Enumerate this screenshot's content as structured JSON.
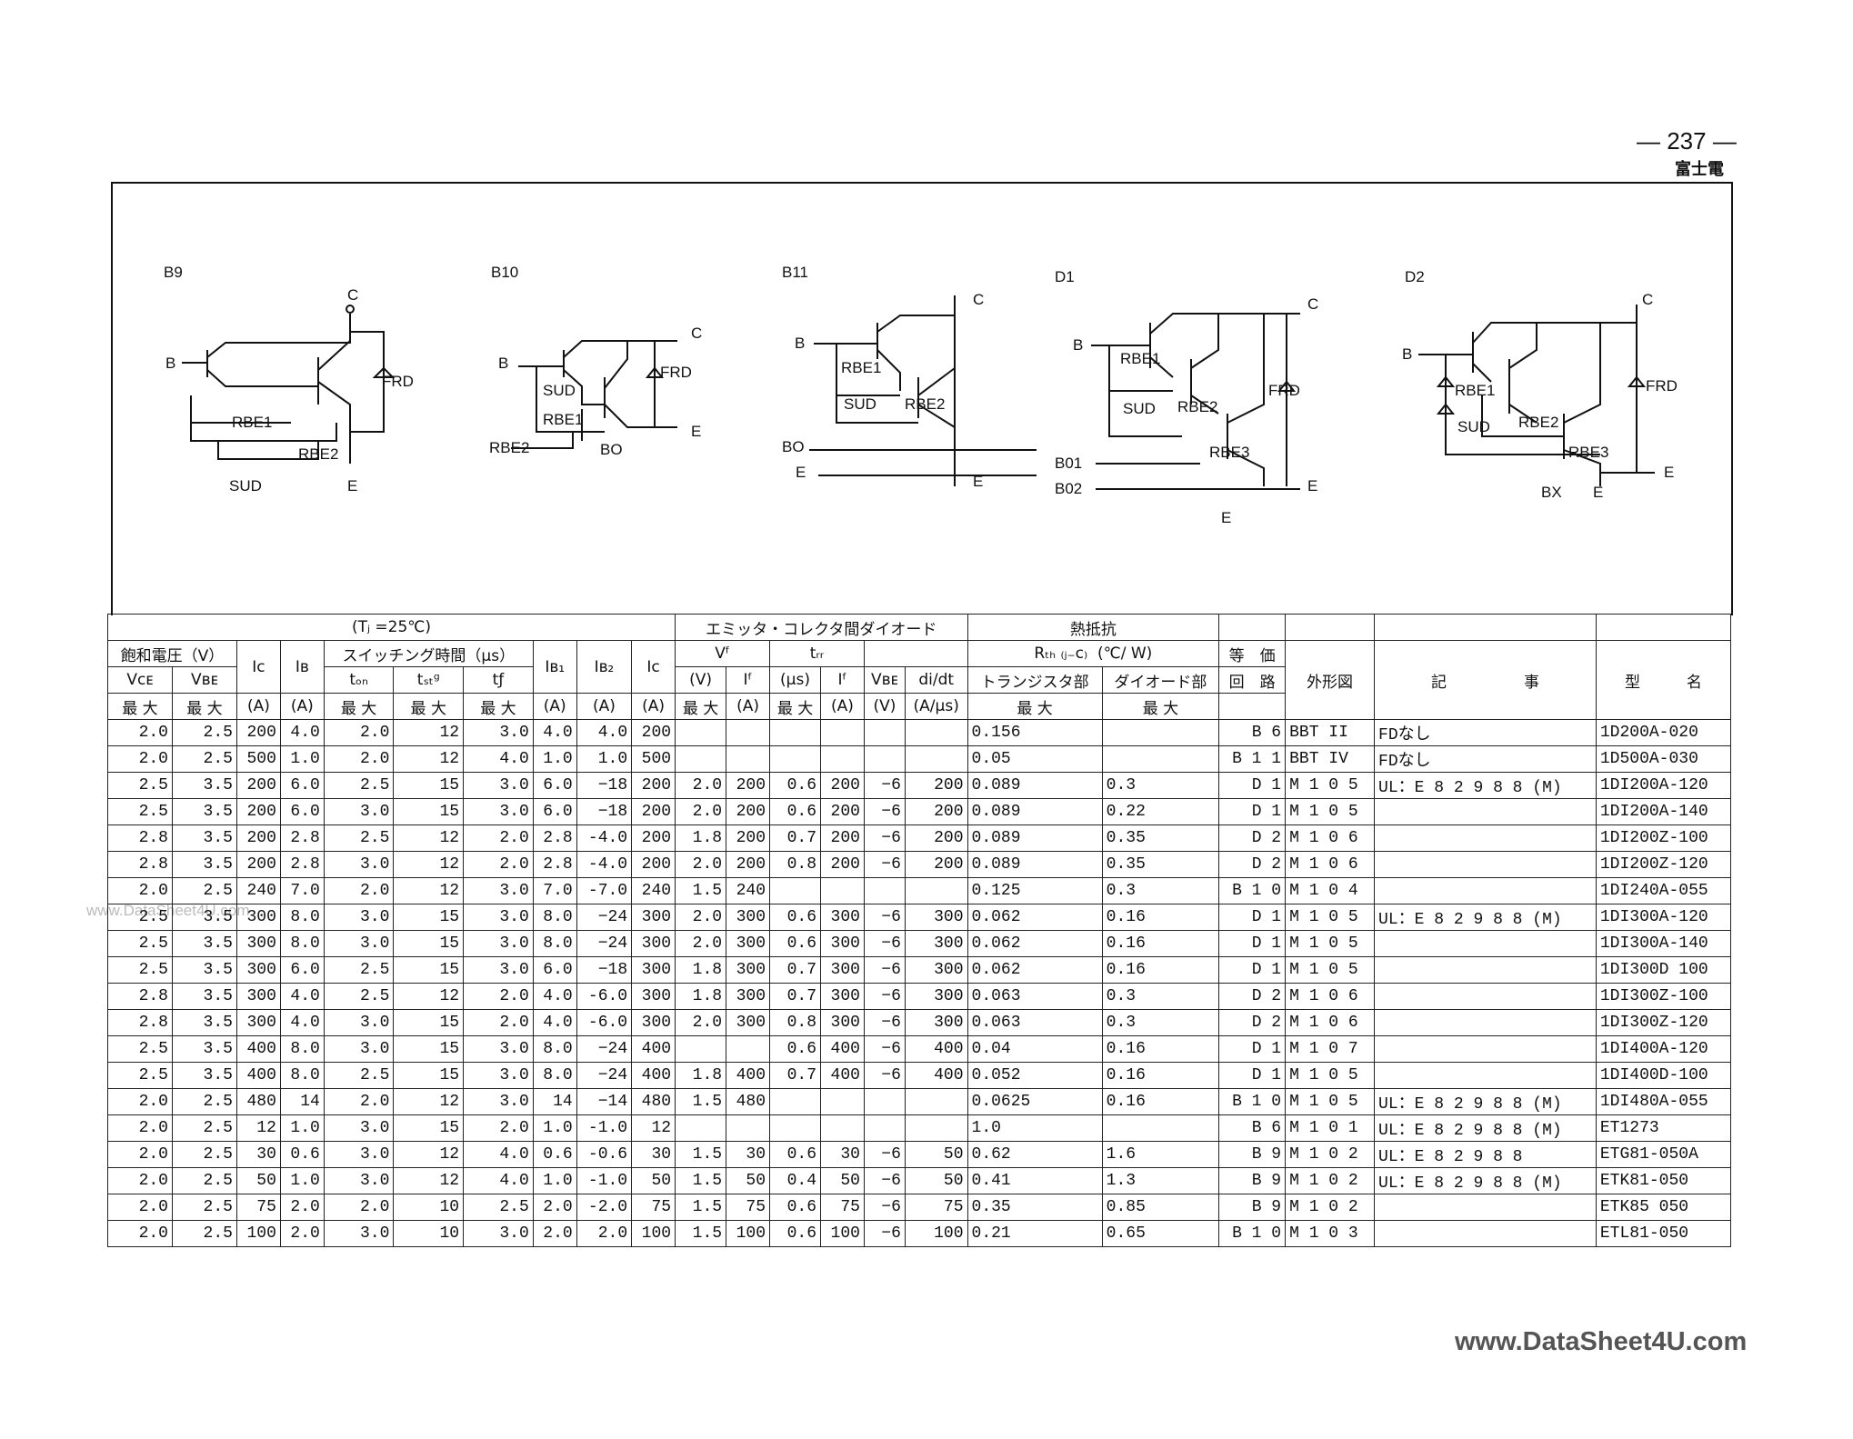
{
  "page": {
    "number": "— 237 —",
    "maker": "富士電"
  },
  "circuits": [
    {
      "title": "B9",
      "labels": [
        "B",
        "C",
        "E",
        "FRD",
        "RBE1",
        "RBE2",
        "SUD"
      ]
    },
    {
      "title": "B10",
      "labels": [
        "B",
        "C",
        "E",
        "FRD",
        "SUD",
        "RBE1",
        "RBE2",
        "BO"
      ]
    },
    {
      "title": "B11",
      "labels": [
        "B",
        "C",
        "E",
        "RBE1",
        "SUD",
        "RBE2",
        "BO",
        "E"
      ]
    },
    {
      "title": "D1",
      "labels": [
        "B",
        "C",
        "E",
        "RBE1",
        "SUD",
        "RBE2",
        "RBE3",
        "FRD",
        "B01",
        "B02",
        "E"
      ]
    },
    {
      "title": "D2",
      "labels": [
        "B",
        "C",
        "E",
        "RBE1",
        "SUD",
        "RBE2",
        "RBE3",
        "FRD",
        "BX",
        "E"
      ]
    }
  ],
  "table": {
    "group1": "(Tⱼ =25℃)",
    "group2": "エミッタ・コレクタ間ダイオード",
    "group3": "熱抵抗",
    "sat": "飽和電圧（V）",
    "sw": "スイッチング時間（μs）",
    "ic": "Iᴄ",
    "ib": "Iʙ",
    "vce": "Vᴄᴇ",
    "vbe": "Vʙᴇ",
    "ton": "tₒₙ",
    "tstg": "tₛₜᵍ",
    "tf": "tƒ",
    "ib1": "Iʙ₁",
    "ib2": "Iʙ₂",
    "ic2": "Iᴄ",
    "vf": "Vᶠ",
    "vf_unit": "(V)",
    "if": "Iᶠ",
    "trr": "tᵣᵣ",
    "trr_unit": "(μs)",
    "if2": "Iᶠ",
    "vbe2": "Vʙᴇ",
    "didt": "di/dt",
    "didt_unit": "(A/μs)",
    "rth": "Rₜₕ ₍ⱼ₋ᴄ₎",
    "rth_unit": "(℃/ W)",
    "rth_tr": "トランジスタ部",
    "rth_di": "ダイオード部",
    "eq": "等　価",
    "eq2": "回　路",
    "outline": "外形図",
    "remarks": "記　　　　　事",
    "type": "型　　　名",
    "max": "最 大",
    "amp": "(A)",
    "volt": "(V)",
    "rows": [
      [
        "2.0",
        "2.5",
        "200",
        "4.0",
        "2.0",
        "12",
        "3.0",
        "4.0",
        "4.0",
        "200",
        "",
        "",
        "",
        "",
        "",
        "",
        "0.156",
        "",
        "B 6",
        "BBT II",
        "FDなし",
        "1D200A-020"
      ],
      [
        "2.0",
        "2.5",
        "500",
        "1.0",
        "2.0",
        "12",
        "4.0",
        "1.0",
        "1.0",
        "500",
        "",
        "",
        "",
        "",
        "",
        "",
        "0.05",
        "",
        "B 1 1",
        "BBT IV",
        "FDなし",
        "1D500A-030"
      ],
      [
        "2.5",
        "3.5",
        "200",
        "6.0",
        "2.5",
        "15",
        "3.0",
        "6.0",
        "−18",
        "200",
        "2.0",
        "200",
        "0.6",
        "200",
        "−6",
        "200",
        "0.089",
        "0.3",
        "D 1",
        "M 1 0 5",
        "UL：E 8 2 9 8 8 (M)",
        "1DI200A-120"
      ],
      [
        "2.5",
        "3.5",
        "200",
        "6.0",
        "3.0",
        "15",
        "3.0",
        "6.0",
        "−18",
        "200",
        "2.0",
        "200",
        "0.6",
        "200",
        "−6",
        "200",
        "0.089",
        "0.22",
        "D 1",
        "M 1 0 5",
        "",
        "1DI200A-140"
      ],
      [
        "2.8",
        "3.5",
        "200",
        "2.8",
        "2.5",
        "12",
        "2.0",
        "2.8",
        "-4.0",
        "200",
        "1.8",
        "200",
        "0.7",
        "200",
        "−6",
        "200",
        "0.089",
        "0.35",
        "D 2",
        "M 1 0 6",
        "",
        "1DI200Z-100"
      ],
      [
        "2.8",
        "3.5",
        "200",
        "2.8",
        "3.0",
        "12",
        "2.0",
        "2.8",
        "-4.0",
        "200",
        "2.0",
        "200",
        "0.8",
        "200",
        "−6",
        "200",
        "0.089",
        "0.35",
        "D 2",
        "M 1 0 6",
        "",
        "1DI200Z-120"
      ],
      [
        "2.0",
        "2.5",
        "240",
        "7.0",
        "2.0",
        "12",
        "3.0",
        "7.0",
        "-7.0",
        "240",
        "1.5",
        "240",
        "",
        "",
        "",
        "",
        "0.125",
        "0.3",
        "B 1 0",
        "M 1 0 4",
        "",
        "1DI240A-055"
      ],
      [
        "2.5",
        "3.5",
        "300",
        "8.0",
        "3.0",
        "15",
        "3.0",
        "8.0",
        "−24",
        "300",
        "2.0",
        "300",
        "0.6",
        "300",
        "−6",
        "300",
        "0.062",
        "0.16",
        "D 1",
        "M 1 0 5",
        "UL：E 8 2 9 8 8 (M)",
        "1DI300A-120"
      ],
      [
        "2.5",
        "3.5",
        "300",
        "8.0",
        "3.0",
        "15",
        "3.0",
        "8.0",
        "−24",
        "300",
        "2.0",
        "300",
        "0.6",
        "300",
        "−6",
        "300",
        "0.062",
        "0.16",
        "D 1",
        "M 1 0 5",
        "",
        "1DI300A-140"
      ],
      [
        "2.5",
        "3.5",
        "300",
        "6.0",
        "2.5",
        "15",
        "3.0",
        "6.0",
        "−18",
        "300",
        "1.8",
        "300",
        "0.7",
        "300",
        "−6",
        "300",
        "0.062",
        "0.16",
        "D 1",
        "M 1 0 5",
        "",
        "1DI300D 100"
      ],
      [
        "2.8",
        "3.5",
        "300",
        "4.0",
        "2.5",
        "12",
        "2.0",
        "4.0",
        "-6.0",
        "300",
        "1.8",
        "300",
        "0.7",
        "300",
        "−6",
        "300",
        "0.063",
        "0.3",
        "D 2",
        "M 1 0 6",
        "",
        "1DI300Z-100"
      ],
      [
        "2.8",
        "3.5",
        "300",
        "4.0",
        "3.0",
        "15",
        "2.0",
        "4.0",
        "-6.0",
        "300",
        "2.0",
        "300",
        "0.8",
        "300",
        "−6",
        "300",
        "0.063",
        "0.3",
        "D 2",
        "M 1 0 6",
        "",
        "1DI300Z-120"
      ],
      [
        "2.5",
        "3.5",
        "400",
        "8.0",
        "3.0",
        "15",
        "3.0",
        "8.0",
        "−24",
        "400",
        "",
        "",
        "0.6",
        "400",
        "−6",
        "400",
        "0.04",
        "0.16",
        "D 1",
        "M 1 0 7",
        "",
        "1DI400A-120"
      ],
      [
        "2.5",
        "3.5",
        "400",
        "8.0",
        "2.5",
        "15",
        "3.0",
        "8.0",
        "−24",
        "400",
        "1.8",
        "400",
        "0.7",
        "400",
        "−6",
        "400",
        "0.052",
        "0.16",
        "D 1",
        "M 1 0 5",
        "",
        "1DI400D-100"
      ],
      [
        "2.0",
        "2.5",
        "480",
        "14",
        "2.0",
        "12",
        "3.0",
        "14",
        "−14",
        "480",
        "1.5",
        "480",
        "",
        "",
        "",
        "",
        "0.0625",
        "0.16",
        "B 1 0",
        "M 1 0 5",
        "UL：E 8 2 9 8 8 (M)",
        "1DI480A-055"
      ],
      [
        "2.0",
        "2.5",
        "12",
        "1.0",
        "3.0",
        "15",
        "2.0",
        "1.0",
        "-1.0",
        "12",
        "",
        "",
        "",
        "",
        "",
        "",
        "1.0",
        "",
        "B 6",
        "M 1 0 1",
        "UL：E 8 2 9 8 8 (M)",
        "ET1273"
      ],
      [
        "2.0",
        "2.5",
        "30",
        "0.6",
        "3.0",
        "12",
        "4.0",
        "0.6",
        "-0.6",
        "30",
        "1.5",
        "30",
        "0.6",
        "30",
        "−6",
        "50",
        "0.62",
        "1.6",
        "B 9",
        "M 1 0 2",
        "UL：E 8 2 9 8 8",
        "ETG81-050A"
      ],
      [
        "2.0",
        "2.5",
        "50",
        "1.0",
        "3.0",
        "12",
        "4.0",
        "1.0",
        "-1.0",
        "50",
        "1.5",
        "50",
        "0.4",
        "50",
        "−6",
        "50",
        "0.41",
        "1.3",
        "B 9",
        "M 1 0 2",
        "UL：E 8 2 9 8 8 (M)",
        "ETK81-050"
      ],
      [
        "2.0",
        "2.5",
        "75",
        "2.0",
        "2.0",
        "10",
        "2.5",
        "2.0",
        "-2.0",
        "75",
        "1.5",
        "75",
        "0.6",
        "75",
        "−6",
        "75",
        "0.35",
        "0.85",
        "B 9",
        "M 1 0 2",
        "",
        "ETK85 050"
      ],
      [
        "2.0",
        "2.5",
        "100",
        "2.0",
        "3.0",
        "10",
        "3.0",
        "2.0",
        "2.0",
        "100",
        "1.5",
        "100",
        "0.6",
        "100",
        "−6",
        "100",
        "0.21",
        "0.65",
        "B 1 0",
        "M 1 0 3",
        "",
        "ETL81-050"
      ]
    ]
  },
  "watermark": "www.DataSheet4U.com",
  "faint_watermark": "www.DataSheet4U.com"
}
